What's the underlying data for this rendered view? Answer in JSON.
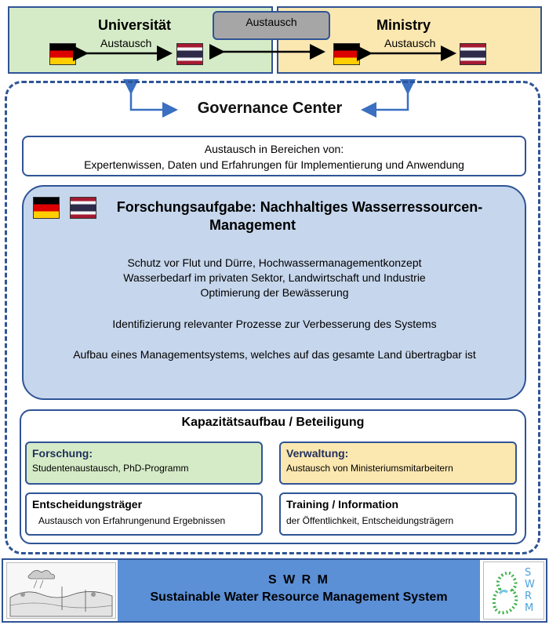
{
  "top": {
    "uni_title": "Universität",
    "uni_exchange": "Austausch",
    "center_exchange": "Austausch",
    "ministry_title": "Ministry",
    "ministry_exchange": "Austausch"
  },
  "governance": {
    "title": "Governance Center",
    "exchange_line1": "Austausch in Bereichen von:",
    "exchange_line2": "Expertenwissen, Daten und Erfahrungen für Implementierung und Anwendung"
  },
  "research": {
    "title_line1": "Forschungsaufgabe: Nachhaltiges Wasserressourcen-",
    "title_line2": "Management",
    "items": [
      "Schutz vor Flut und Dürre, Hochwassermanagementkonzept",
      "Wasserbedarf im privaten Sektor, Landwirtschaft und Industrie",
      "Optimierung der Bewässerung",
      "Identifizierung relevanter Prozesse zur Verbesserung des Systems",
      "Aufbau eines Managementsystems, welches auf das gesamte Land übertragbar ist"
    ]
  },
  "capacity": {
    "title": "Kapazitätsaufbau / Beteiligung",
    "forschung_title": "Forschung:",
    "forschung_text": "Studentenaustausch, PhD-Programm",
    "verwaltung_title": "Verwaltung:",
    "verwaltung_text": "Austausch von Ministeriumsmitarbeitern",
    "entscheidung_title": "Entscheidungsträger",
    "entscheidung_text": "Austausch von Erfahrungenund Ergebnissen",
    "training_title": "Training / Information",
    "training_text": "der Öffentlichkeit, Entscheidungsträgern"
  },
  "footer": {
    "acronym": "S W R M",
    "name": "Sustainable Water Resource Management System",
    "logo_text": "SWRM"
  },
  "colors": {
    "green_box": "#d5ebc7",
    "yellow_box": "#fbe7b0",
    "blue_frame": "#2f5496",
    "research_fill": "#c6d6ec",
    "footer_blue": "#5b8fd6",
    "grey_button": "#a6a6a6"
  }
}
